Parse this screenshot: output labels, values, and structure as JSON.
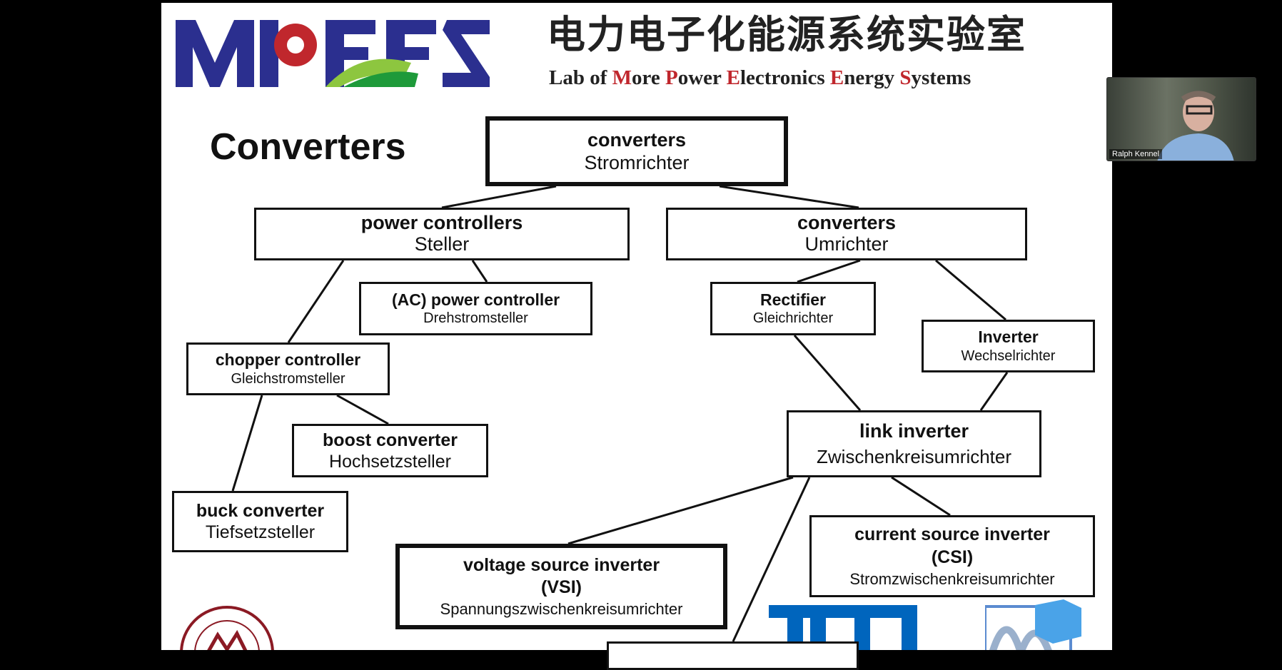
{
  "slide": {
    "header": {
      "logo_letters": "MPEES",
      "chinese_title": "电力电子化能源系统实验室",
      "english_title_parts": [
        {
          "text": "Lab of ",
          "red": false
        },
        {
          "text": "M",
          "red": true
        },
        {
          "text": "ore ",
          "red": false
        },
        {
          "text": "P",
          "red": true
        },
        {
          "text": "ower ",
          "red": false
        },
        {
          "text": "E",
          "red": true
        },
        {
          "text": "lectronics ",
          "red": false
        },
        {
          "text": "E",
          "red": true
        },
        {
          "text": "nergy ",
          "red": false
        },
        {
          "text": "S",
          "red": true
        },
        {
          "text": "ystems",
          "red": false
        }
      ]
    },
    "title": "Converters",
    "nodes": {
      "top": {
        "en": "converters",
        "de": "Stromrichter"
      },
      "pc": {
        "en": "power controllers",
        "de": "Steller"
      },
      "conv": {
        "en": "converters",
        "de": "Umrichter"
      },
      "ac": {
        "en": "(AC) power controller",
        "de": "Drehstromsteller"
      },
      "rect": {
        "en": "Rectifier",
        "de": "Gleichrichter"
      },
      "inv": {
        "en": "Inverter",
        "de": "Wechselrichter"
      },
      "chop": {
        "en": "chopper controller",
        "de": "Gleichstromsteller"
      },
      "boost": {
        "en": "boost converter",
        "de": "Hochsetzsteller"
      },
      "link": {
        "en": "link inverter",
        "de": "Zwischenkreisumrichter"
      },
      "buck": {
        "en": "buck converter",
        "de": "Tiefsetzsteller"
      },
      "csi": {
        "en": "current source inverter",
        "abbr": "(CSI)",
        "de": "Stromzwischenkreisumrichter"
      },
      "vsi": {
        "en": "voltage source inverter",
        "abbr": "(VSI)",
        "de": "Spannungszwischenkreisumrichter"
      }
    },
    "colors": {
      "logo_blue": "#2b2f8f",
      "logo_red": "#c0272d",
      "tum_blue": "#0065bd",
      "seal_red": "#8b1a24"
    }
  },
  "participant": {
    "name": "Ralph Kennel"
  }
}
